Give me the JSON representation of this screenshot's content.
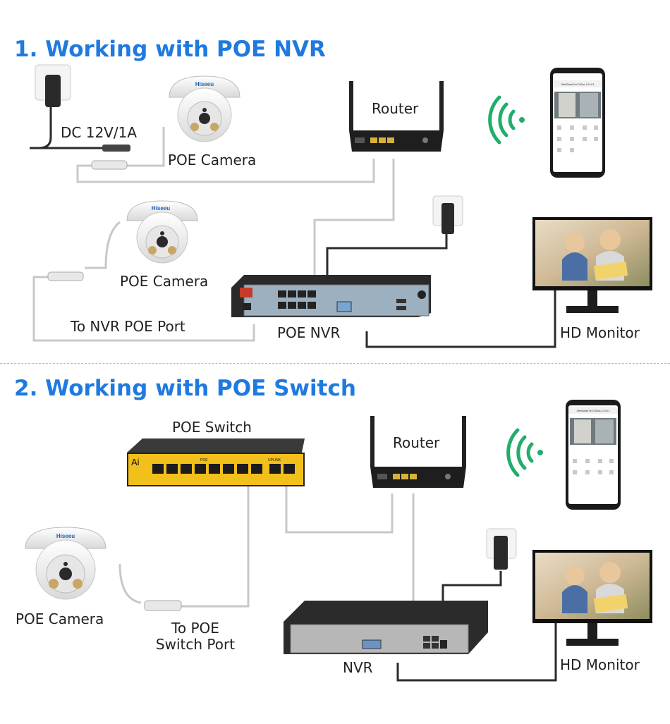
{
  "section1": {
    "title": "1. Working with POE NVR",
    "labels": {
      "dc": "DC 12V/1A",
      "camera_a": "POE Camera",
      "camera_b": "POE Camera",
      "router": "Router",
      "to_port": "To NVR POE Port",
      "nvr": "POE NVR",
      "monitor": "HD Monitor"
    }
  },
  "section2": {
    "title": "2. Working with POE Switch",
    "labels": {
      "switch": "POE Switch",
      "router": "Router",
      "camera": "POE Camera",
      "to_port_line1": "To POE",
      "to_port_line2": "Switch Port",
      "nvr": "NVR",
      "monitor": "HD Monitor"
    }
  },
  "devices": {
    "camera_brand": "Hiseeu",
    "switch_badge": "Ai",
    "switch_poe": "POE",
    "switch_uplink": "UPLINK",
    "phone_header": "3fe95ade7ec740ac-CH-01"
  },
  "colors": {
    "title": "#1f7ae0",
    "wifi": "#1fae6b",
    "cable_gray": "#c8c8c8",
    "cable_dark": "#2b2b2b"
  }
}
